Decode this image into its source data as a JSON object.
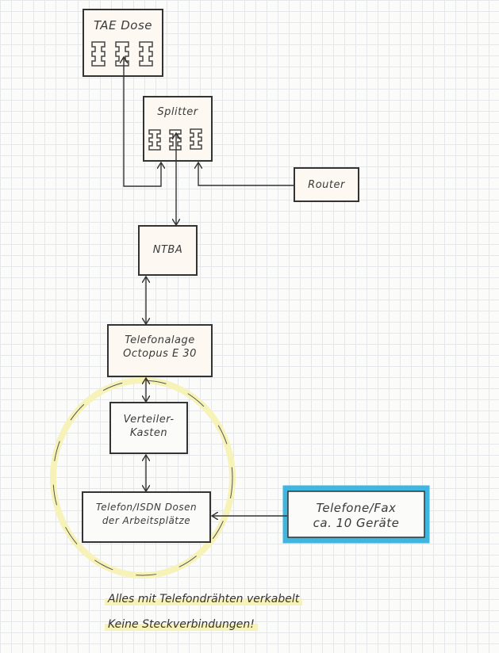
{
  "nodes": {
    "tae": "TAE Dose",
    "splitter": "Splitter",
    "router": "Router",
    "ntba": "NTBA",
    "anlage_line1": "Telefonalage",
    "anlage_line2": "Octopus E 30",
    "verteiler_line1": "Verteiler-",
    "verteiler_line2": "Kasten",
    "dosen_line1": "Telefon/ISDN Dosen",
    "dosen_line2": "der Arbeitsplätze",
    "geraete_line1": "Telefone/Fax",
    "geraete_line2": "ca. 10 Geräte"
  },
  "notes": {
    "line1": "Alles mit Telefondrähten verkabelt",
    "line2": "Keine Steckverbindungen!"
  },
  "colors": {
    "highlight_yellow": "#f6f2b8",
    "highlight_blue": "#3fb6e0",
    "box_fill": "#fdf6ee"
  }
}
